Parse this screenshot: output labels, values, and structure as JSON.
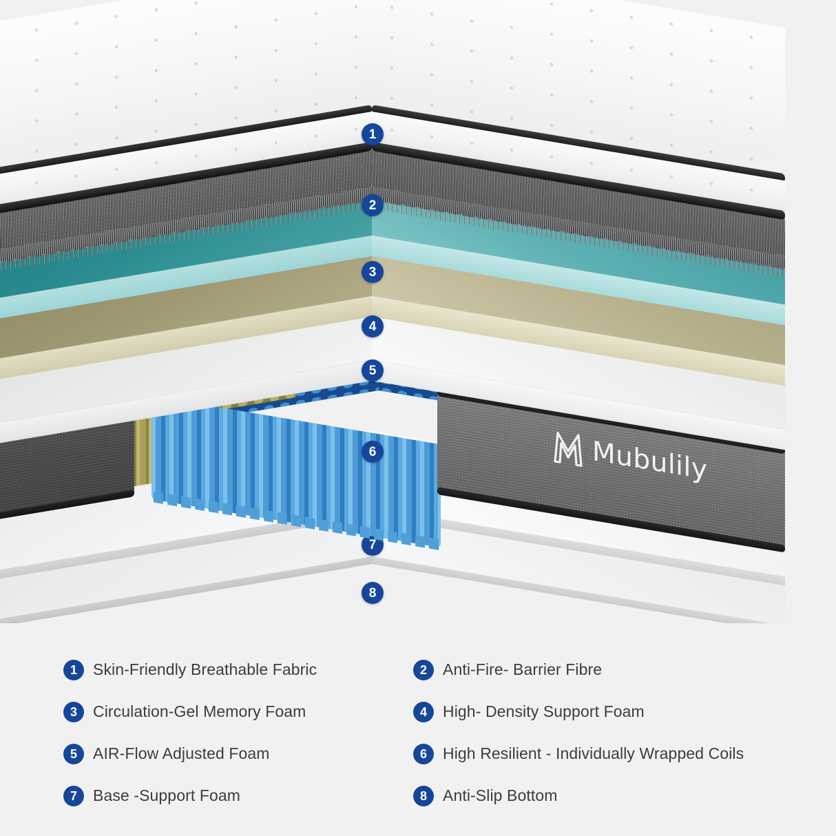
{
  "theme": {
    "background": "#f1f1f1",
    "badge_blue": "#16469a",
    "badge_text": "#ffffff",
    "legend_text": "#3c3c3e"
  },
  "brand": {
    "logo_text": "Mubulily",
    "logo_mark": "M-monogram-icon",
    "logo_color": "#f2f2f2"
  },
  "diagram": {
    "name": "exploded-mattress-cross-section",
    "callouts": [
      {
        "number": "1",
        "layer": "skin-friendly-breathable-fabric"
      },
      {
        "number": "2",
        "layer": "anti-fire-barrier-fibre"
      },
      {
        "number": "3",
        "layer": "circulation-gel-memory-foam"
      },
      {
        "number": "4",
        "layer": "high-density-support-foam"
      },
      {
        "number": "5",
        "layer": "air-flow-adjusted-foam"
      },
      {
        "number": "6",
        "layer": "individually-wrapped-coils"
      },
      {
        "number": "7",
        "layer": "base-support-foam"
      },
      {
        "number": "8",
        "layer": "anti-slip-bottom"
      }
    ],
    "layer_colors": {
      "fabric": "#f7f7f8",
      "fabric_edge": "#1c1c1e",
      "fibre": "#5e5f61",
      "gel_memory_foam": "#2e8e92",
      "gel_memory_foam_edge": "#a9dbdc",
      "support_foam": "#9a9470",
      "support_foam_edge": "#ded9bd",
      "airflow_foam": "#e9e9ea",
      "coils_blue": "#2f83c8",
      "coils_dark_blue": "#1d56a0",
      "coils_olive": "#9a9350",
      "border_panel": "#414244",
      "base_foam": "#f0f1f2",
      "anti_slip": "#e2e3e4"
    }
  },
  "legend": {
    "columns": [
      {
        "items": [
          {
            "number": "1",
            "label": "Skin-Friendly  Breathable Fabric"
          },
          {
            "number": "3",
            "label": "Circulation-Gel Memory Foam"
          },
          {
            "number": "5",
            "label": "AIR-Flow Adjusted Foam"
          },
          {
            "number": "7",
            "label": "Base -Support Foam"
          }
        ]
      },
      {
        "items": [
          {
            "number": "2",
            "label": "Anti-Fire- Barrier Fibre"
          },
          {
            "number": "4",
            "label": "High- Density Support Foam"
          },
          {
            "number": "6",
            "label": "High Resilient - Individually Wrapped Coils"
          },
          {
            "number": "8",
            "label": "Anti-Slip Bottom"
          }
        ]
      }
    ]
  }
}
